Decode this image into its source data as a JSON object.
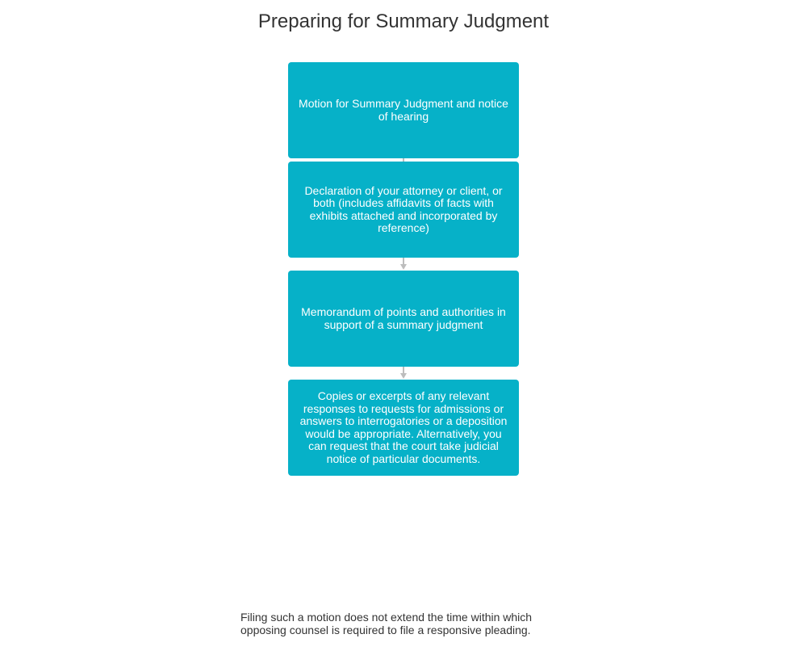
{
  "diagram": {
    "title": "Preparing for Summary Judgment",
    "steps": [
      {
        "label": "Motion for Summary Judgment and notice of hearing"
      },
      {
        "label": "Declaration of your attorney or client, or both (includes affidavits of facts with exhibits attached and incorporated by reference)"
      },
      {
        "label": "Memorandum of points and authorities in support of a summary judgment"
      },
      {
        "label": "Copies or excerpts of any relevant responses to requests for admissions or answers to interrogatories or a deposition would be appropriate.  Alternatively, you can request that the court take judicial notice of particular documents."
      }
    ],
    "footnote": "Filing such a motion does not extend the time within which opposing counsel is required to file a responsive pleading.",
    "colors": {
      "box_fill": "#06b1c8",
      "box_text": "#ffffff",
      "connector": "#bdbdbd",
      "title_text": "#333333"
    }
  }
}
